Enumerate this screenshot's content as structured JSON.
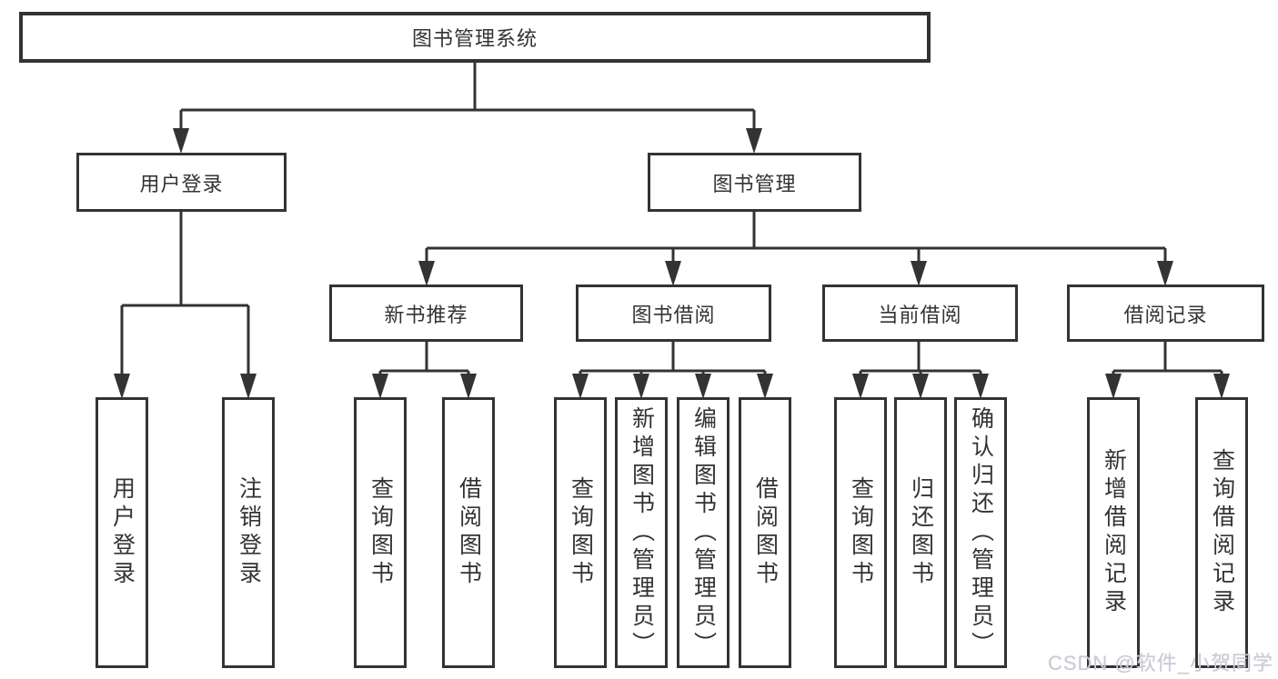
{
  "diagram": {
    "root": {
      "label": "图书管理系统"
    },
    "level2": [
      {
        "id": "user-login",
        "label": "用户登录"
      },
      {
        "id": "book-management",
        "label": "图书管理"
      }
    ],
    "level3": [
      {
        "id": "new-book-recommend",
        "label": "新书推荐"
      },
      {
        "id": "book-borrow",
        "label": "图书借阅"
      },
      {
        "id": "current-borrow",
        "label": "当前借阅"
      },
      {
        "id": "borrow-records",
        "label": "借阅记录"
      }
    ],
    "leaves": {
      "user_login": [
        {
          "label": "用户登录"
        },
        {
          "label": "注销登录"
        }
      ],
      "new_book_recommend": [
        {
          "label": "查询图书"
        },
        {
          "label": "借阅图书"
        }
      ],
      "book_borrow": [
        {
          "label": "查询图书"
        },
        {
          "label": "新增图书（管理员）"
        },
        {
          "label": "编辑图书（管理员）"
        },
        {
          "label": "借阅图书"
        }
      ],
      "current_borrow": [
        {
          "label": "查询图书"
        },
        {
          "label": "归还图书"
        },
        {
          "label": "确认归还（管理员）"
        }
      ],
      "borrow_records": [
        {
          "label": "新增借阅记录"
        },
        {
          "label": "查询借阅记录"
        }
      ]
    }
  },
  "watermark": {
    "text": "CSDN @软件_小贺同学"
  },
  "colors": {
    "line": "#333333",
    "text": "#333333",
    "box_border": "#333333",
    "box_fill": "#ffffff",
    "background": "#ffffff",
    "watermark": "#cbcbd6"
  }
}
